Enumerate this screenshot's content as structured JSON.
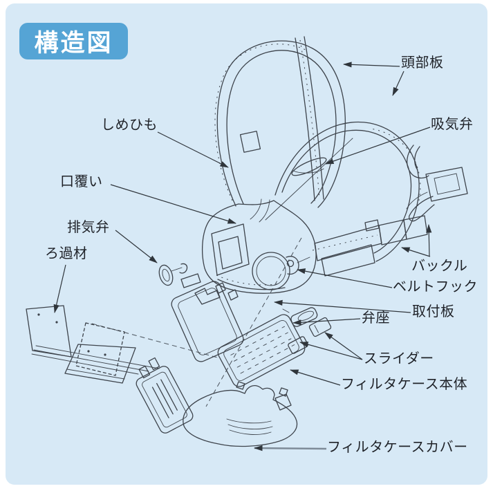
{
  "title": {
    "label": "構造図"
  },
  "panel": {
    "background": "#d7e9f6",
    "badge_bg": "#55a4d5",
    "badge_text_color": "#ffffff"
  },
  "colors": {
    "line": "#3d434b",
    "label_text": "#1f2228",
    "leader": "#2f353b"
  },
  "labels": {
    "head_plate": "頭部板",
    "inhalation_valve": "吸気弁",
    "head_strap": "しめひも",
    "mouth_cover": "口覆い",
    "exhaust_valve": "排気弁",
    "filter_material": "ろ過材",
    "buckle": "バックル",
    "belt_hook": "ベルトフック",
    "mounting_plate": "取付板",
    "valve_seat": "弁座",
    "slider": "スライダー",
    "filter_case_body": "フィルタケース本体",
    "filter_case_cover": "フィルタケースカバー"
  }
}
